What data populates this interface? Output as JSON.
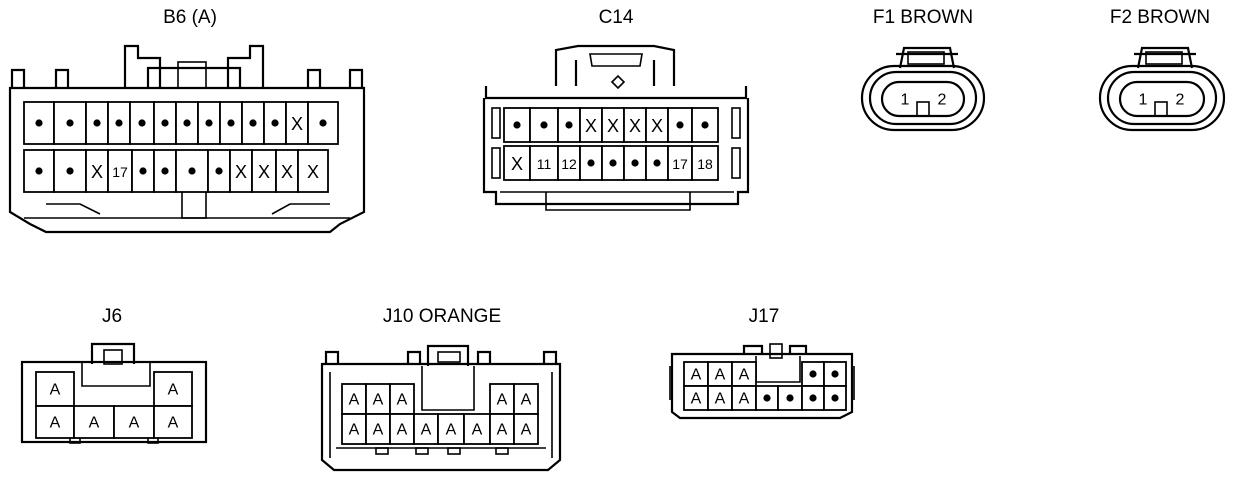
{
  "connectors": {
    "b6": {
      "label": "B6 (A)",
      "row1": [
        "•",
        "•",
        "•",
        "•",
        "•",
        "•",
        "•",
        "•",
        "•",
        "•",
        "•",
        "X",
        "•"
      ],
      "row2": [
        "•",
        "•",
        "X",
        "17",
        "•",
        "•",
        "•",
        "•",
        "X",
        "X",
        "X",
        "X"
      ]
    },
    "c14": {
      "label": "C14",
      "row1": [
        "•",
        "•",
        "•",
        "X",
        "X",
        "X",
        "X",
        "•",
        "•"
      ],
      "row2": [
        "X",
        "11",
        "12",
        "•",
        "•",
        "•",
        "•",
        "17",
        "18"
      ]
    },
    "f1": {
      "label": "F1  BROWN",
      "pins": [
        "1",
        "2"
      ]
    },
    "f2": {
      "label": "F2  BROWN",
      "pins": [
        "1",
        "2"
      ]
    },
    "j6": {
      "label": "J6",
      "row1": [
        "A",
        "A"
      ],
      "row2": [
        "A",
        "A",
        "A",
        "A"
      ]
    },
    "j10": {
      "label": "J10  ORANGE",
      "row1": [
        "A",
        "A",
        "A",
        "A",
        "A"
      ],
      "row2": [
        "A",
        "A",
        "A",
        "A",
        "A",
        "A",
        "A",
        "A"
      ]
    },
    "j17": {
      "label": "J17",
      "row1": [
        "A",
        "A",
        "A",
        "•",
        "•"
      ],
      "row2": [
        "A",
        "A",
        "A",
        "•",
        "•",
        "•",
        "•"
      ]
    }
  }
}
